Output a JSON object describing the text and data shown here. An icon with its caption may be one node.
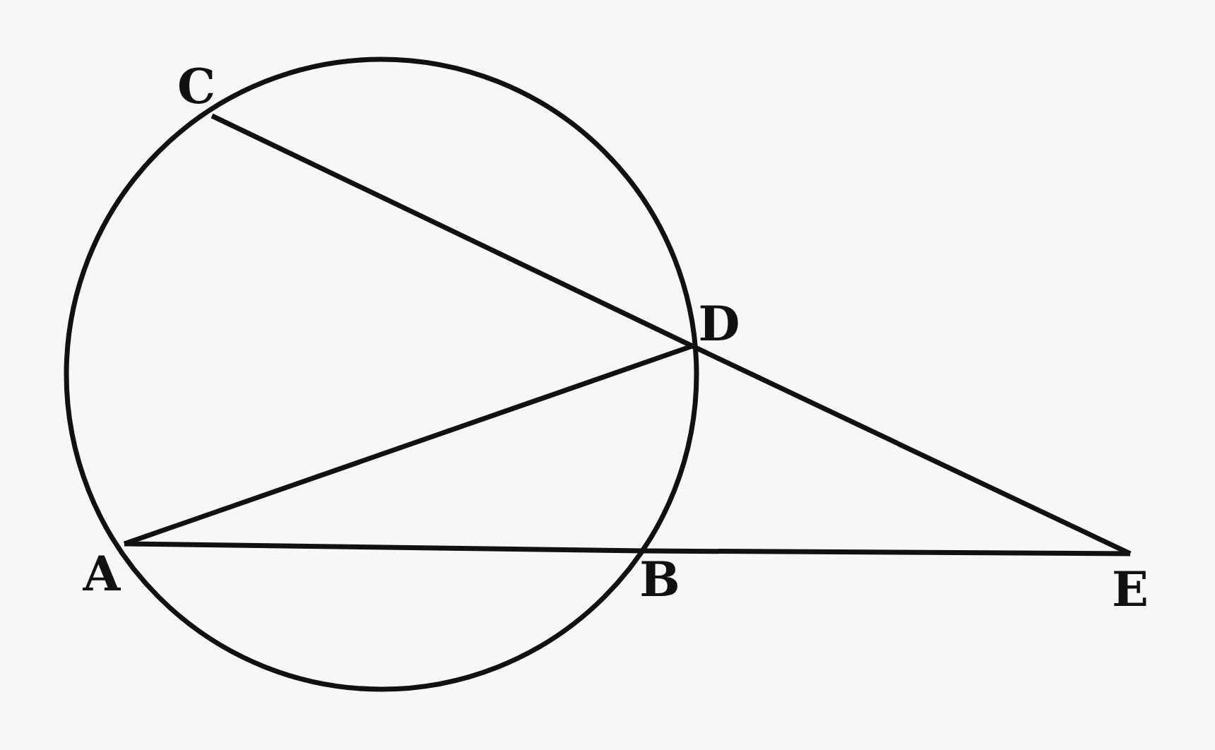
{
  "diagram": {
    "nodes": [
      {
        "text": [
          "C"
        ]
      },
      {
        "text": [
          "D"
        ]
      },
      {
        "text": [
          "A"
        ]
      },
      {
        "text": [
          "B"
        ]
      },
      {
        "text": [
          "E"
        ]
      }
    ],
    "edges": [
      {
        "from": 0,
        "to": 1,
        "arrow": "none"
      },
      {
        "from": 1,
        "to": 4,
        "arrow": "none"
      },
      {
        "from": 2,
        "to": 1,
        "arrow": "none"
      },
      {
        "from": 2,
        "to": 3,
        "arrow": "none"
      },
      {
        "from": 3,
        "to": 4,
        "arrow": "none"
      }
    ]
  }
}
